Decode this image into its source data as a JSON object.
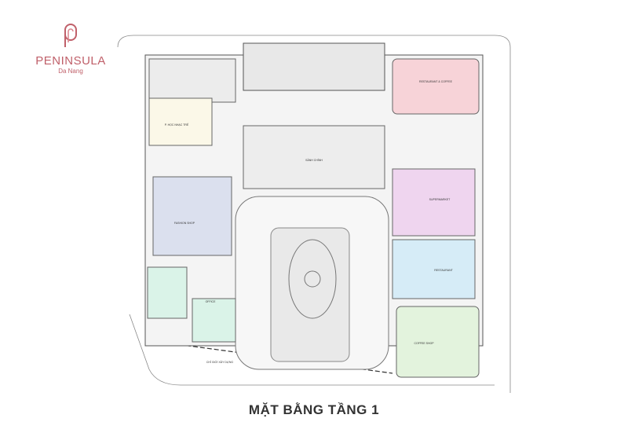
{
  "logo": {
    "brand": "PENINSULA",
    "city": "Da Nang",
    "color": "#c0606a"
  },
  "title": "MẶT BẰNG TẦNG 1",
  "rooms": {
    "restaurant_coffee": "RESTAURANT & COFFEE",
    "music_room": "P. HỌC NHẠC TRẺ",
    "hall": "SẢNH CHÍNH",
    "fashion": "FASHION SHOP",
    "supermarket": "SUPERMARKET",
    "restaurant": "RESTAURANT",
    "office": "OFFICE",
    "coffee_shop": "COFFEE SHOP",
    "boundary": "CHỈ GIỚI XÂY DỰNG"
  },
  "colors": {
    "pink": "#f7d3d8",
    "cream": "#fbf8e8",
    "blue": "#dbe0ee",
    "lilac": "#efd5ef",
    "sky": "#d6ecf7",
    "mint": "#daf3e8",
    "green": "#e3f3dd"
  }
}
